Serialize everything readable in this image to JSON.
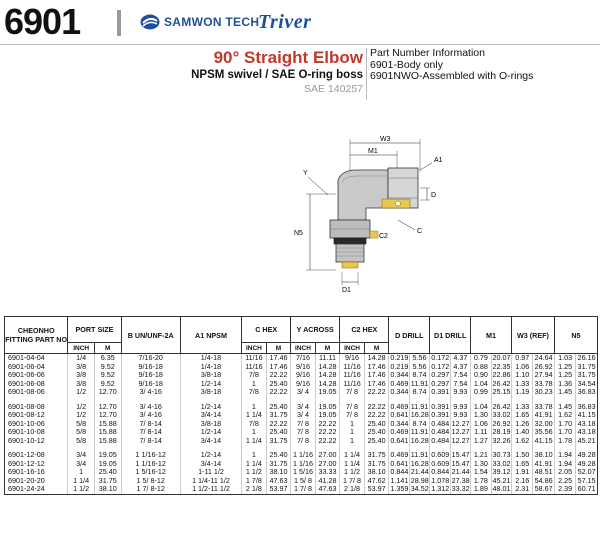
{
  "header": {
    "part_number": "6901",
    "brand1": "SAMWON TECH",
    "brand2": "Triver"
  },
  "product": {
    "title": "90° Straight Elbow",
    "subtitle": "NPSM swivel / SAE O-ring boss",
    "standard": "SAE 140257"
  },
  "part_info": {
    "heading": "Part Number Information",
    "line1": "6901-Body only",
    "line2": "6901NWO-Assembled with O-rings"
  },
  "drawing_labels": {
    "w3": "W3",
    "m1": "M1",
    "a1": "A1",
    "y": "Y",
    "d": "D",
    "c": "C",
    "n5": "N5",
    "c2": "C2",
    "d1": "D1"
  },
  "table": {
    "headers": {
      "fitting": "CHEONHO FITTING PART NO",
      "port_size": "PORT SIZE",
      "b": "B UN/UNF-2A",
      "a1": "A1 NPSM",
      "c": "C HEX",
      "y": "Y ACROSS",
      "c2": "C2 HEX",
      "d": "D DRILL",
      "d1": "D1 DRILL",
      "m1": "M1",
      "w3": "W3 (REF)",
      "n5": "N5"
    },
    "sub": {
      "inch": "INCH",
      "mm": "M",
      "inch_c": "INCH",
      "mm_c": "M",
      "inch_y": "INCH",
      "mm_y": "M",
      "inch_c2": "INCH",
      "mm_c2": "M"
    },
    "rows": [
      [
        "6901-04-04",
        "1/4",
        "6.35",
        "7/16-20",
        "1/4-18",
        "11/16",
        "17.46",
        "7/16",
        "11.11",
        "9/16",
        "14.28",
        "0.219",
        "5.56",
        "0.172",
        "4.37",
        "0.79",
        "20.07",
        "0.97",
        "24.64",
        "1.03",
        "26.16"
      ],
      [
        "6901-06-04",
        "3/8",
        "9.52",
        "9/16-18",
        "1/4-18",
        "11/16",
        "17.46",
        "9/16",
        "14.28",
        "11/16",
        "17.46",
        "0.219",
        "5.56",
        "0.172",
        "4.37",
        "0.88",
        "22.35",
        "1.06",
        "26.92",
        "1.25",
        "31.75"
      ],
      [
        "6901-06-06",
        "3/8",
        "9.52",
        "9/16-18",
        "3/8-18",
        "7/8",
        "22.22",
        "9/16",
        "14.28",
        "11/16",
        "17.46",
        "0.344",
        "8.74",
        "0.297",
        "7.54",
        "0.90",
        "22.86",
        "1.10",
        "27.94",
        "1.25",
        "31.75"
      ],
      [
        "6901-06-08",
        "3/8",
        "9.52",
        "9/16-18",
        "1/2-14",
        "1",
        "25.40",
        "9/16",
        "14.28",
        "11/16",
        "17.46",
        "0.469",
        "11.91",
        "0.297",
        "7.54",
        "1.04",
        "26.42",
        "1.33",
        "33.78",
        "1.36",
        "34.54"
      ],
      [
        "6901-08-06",
        "1/2",
        "12.70",
        "3/ 4-16",
        "3/8-18",
        "7/8",
        "22.22",
        "3/ 4",
        "19.05",
        "7/ 8",
        "22.22",
        "0.344",
        "8.74",
        "0.391",
        "9.93",
        "0.99",
        "25.15",
        "1.19",
        "30.23",
        "1.45",
        "36.83"
      ],
      [
        "",
        "",
        "",
        "",
        "",
        "",
        "",
        "",
        "",
        "",
        "",
        "",
        "",
        "",
        "",
        "",
        "",
        "",
        "",
        "",
        ""
      ],
      [
        "6901-08-08",
        "1/2",
        "12.70",
        "3/ 4-16",
        "1/2-14",
        "1",
        "25.40",
        "3/ 4",
        "19.05",
        "7/ 8",
        "22.22",
        "0.469",
        "11.91",
        "0.391",
        "9.93",
        "1.04",
        "26.42",
        "1.33",
        "33.78",
        "1.45",
        "36.83"
      ],
      [
        "6901-08-12",
        "1/2",
        "12.70",
        "3/ 4-16",
        "3/4-14",
        "1 1/4",
        "31.75",
        "3/ 4",
        "19.05",
        "7/ 8",
        "22.22",
        "0.641",
        "16.28",
        "0.391",
        "9.93",
        "1.30",
        "33.02",
        "1.65",
        "41.91",
        "1.62",
        "41.15"
      ],
      [
        "6901-10-06",
        "5/8",
        "15.88",
        "7/ 8-14",
        "3/8-18",
        "7/8",
        "22.22",
        "7/ 8",
        "22.22",
        "1",
        "25.40",
        "0.344",
        "8.74",
        "0.484",
        "12.27",
        "1.06",
        "26.92",
        "1.26",
        "32.00",
        "1.70",
        "43.18"
      ],
      [
        "6901-10-08",
        "5/8",
        "15.88",
        "7/ 8-14",
        "1/2-14",
        "1",
        "25.40",
        "7/ 8",
        "22.22",
        "1",
        "25.40",
        "0.469",
        "11.91",
        "0.484",
        "12.27",
        "1.11",
        "28.19",
        "1.40",
        "35.56",
        "1.70",
        "43.18"
      ],
      [
        "6901-10-12",
        "5/8",
        "15.88",
        "7/ 8-14",
        "3/4-14",
        "1 1/4",
        "31.75",
        "7/ 8",
        "22.22",
        "1",
        "25.40",
        "0.641",
        "16.28",
        "0.484",
        "12.27",
        "1.27",
        "32.26",
        "1.62",
        "41.15",
        "1.78",
        "45.21"
      ],
      [
        "",
        "",
        "",
        "",
        "",
        "",
        "",
        "",
        "",
        "",
        "",
        "",
        "",
        "",
        "",
        "",
        "",
        "",
        "",
        "",
        ""
      ],
      [
        "6901-12-08",
        "3/4",
        "19.05",
        "1 1/16-12",
        "1/2-14",
        "1",
        "25.40",
        "1 1/16",
        "27.00",
        "1 1/4",
        "31.75",
        "0.469",
        "11.91",
        "0.609",
        "15.47",
        "1.21",
        "30.73",
        "1.50",
        "38.10",
        "1.94",
        "49.28"
      ],
      [
        "6901-12-12",
        "3/4",
        "19.05",
        "1 1/16-12",
        "3/4-14",
        "1 1/4",
        "31.75",
        "1 1/16",
        "27.00",
        "1 1/4",
        "31.75",
        "0.641",
        "16.28",
        "0.609",
        "15.47",
        "1.30",
        "33.02",
        "1.65",
        "41.91",
        "1.94",
        "49.28"
      ],
      [
        "6901-16-16",
        "1",
        "25.40",
        "1 5/16-12",
        "1-11 1/2",
        "1 1/2",
        "38.10",
        "1 5/16",
        "33.33",
        "1 1/2",
        "38.10",
        "0.844",
        "21.44",
        "0.844",
        "21.44",
        "1.54",
        "39.12",
        "1.91",
        "48.51",
        "2.05",
        "52.07"
      ],
      [
        "6901-20-20",
        "1 1/4",
        "31.75",
        "1 5/ 8-12",
        "1 1/4-11 1/2",
        "1 7/8",
        "47.63",
        "1 5/ 8",
        "41.28",
        "1 7/ 8",
        "47.62",
        "1.141",
        "28.98",
        "1.078",
        "27.38",
        "1.78",
        "45.21",
        "2.16",
        "54.86",
        "2.25",
        "57.15"
      ],
      [
        "6901-24-24",
        "1 1/2",
        "38.10",
        "1 7/ 8-12",
        "1 1/2-11 1/2",
        "2 1/8",
        "53.97",
        "1 7/ 8",
        "47.63",
        "2 1/8",
        "53.97",
        "1.359",
        "34.52",
        "1.312",
        "33.32",
        "1.89",
        "48.01",
        "2.31",
        "58.67",
        "2.39",
        "60.71"
      ]
    ]
  }
}
